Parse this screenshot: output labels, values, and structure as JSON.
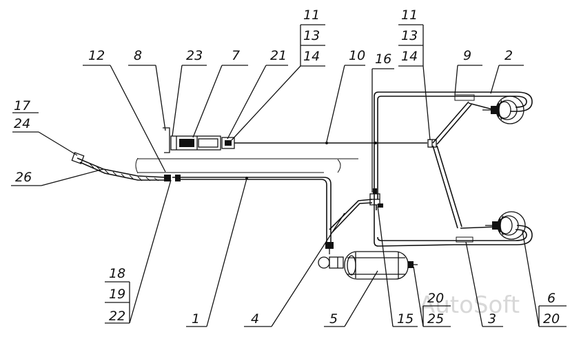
{
  "labels": {
    "l1": "1",
    "l2": "2",
    "l3": "3",
    "l4": "4",
    "l5": "5",
    "l6": "6",
    "l7": "7",
    "l8": "8",
    "l9": "9",
    "l10": "10",
    "l12": "12",
    "l15": "15",
    "l16": "16",
    "l21": "21",
    "l23": "23",
    "l26": "26",
    "g1_a": "11",
    "g1_b": "13",
    "g1_c": "14",
    "g2_a": "11",
    "g2_b": "13",
    "g2_c": "14",
    "g3_a": "17",
    "g3_b": "24",
    "g4_a": "18",
    "g4_b": "19",
    "g4_c": "22",
    "g5_a": "20",
    "g5_b": "25",
    "g6_a": "6",
    "g6_b": "20"
  },
  "watermark": "AutoSoft"
}
